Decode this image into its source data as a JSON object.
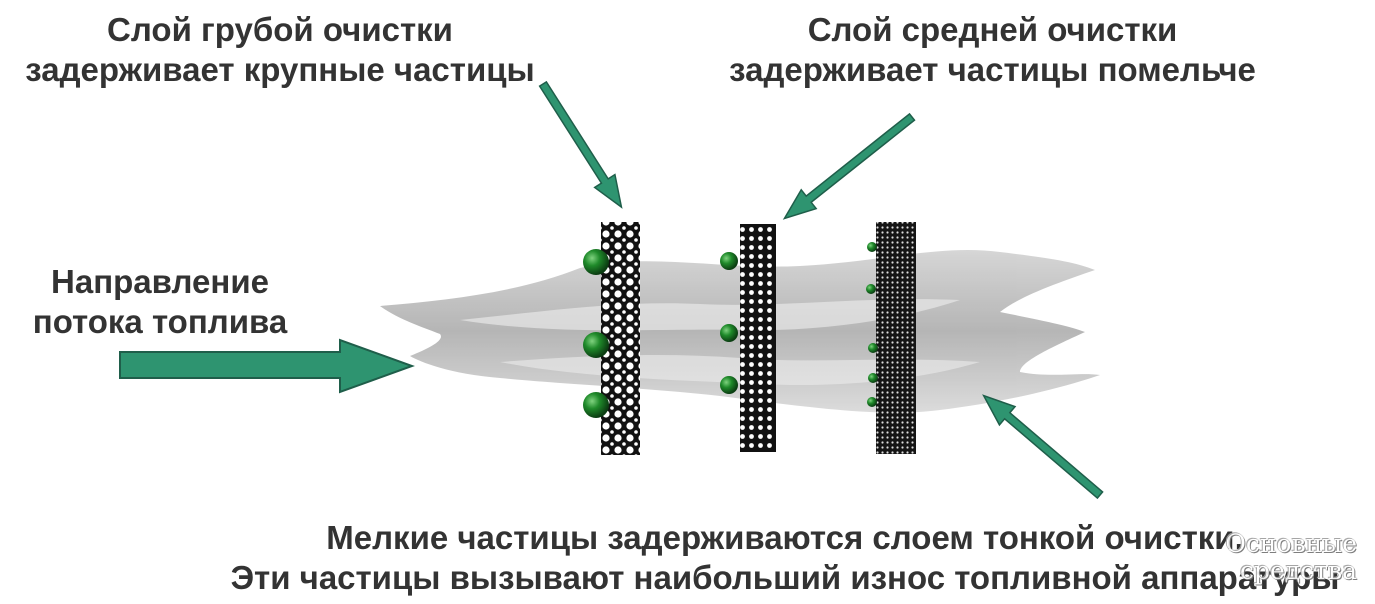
{
  "labels": {
    "coarse": [
      "Слой грубой очистки",
      "задерживает крупные частицы"
    ],
    "medium": [
      "Слой средней очистки",
      "задерживает частицы помельче"
    ],
    "flow": [
      "Направление",
      "потока топлива"
    ],
    "fine": [
      "Мелкие частицы задерживаются слоем тонкой очистки.",
      "Эти частицы вызывают наибольший износ топливной аппаратуры"
    ]
  },
  "watermark": [
    "Основные",
    "средства"
  ],
  "colors": {
    "arrow": "#2e9470",
    "arrow_stroke": "#1f5e4a",
    "particle": "#1a7a2a",
    "mesh": "#111111",
    "fuel": "#b8b8b8",
    "text": "#333333"
  },
  "layers": [
    {
      "name": "coarse",
      "particles": 3
    },
    {
      "name": "medium",
      "particles": 3
    },
    {
      "name": "fine",
      "particles": 5
    }
  ]
}
